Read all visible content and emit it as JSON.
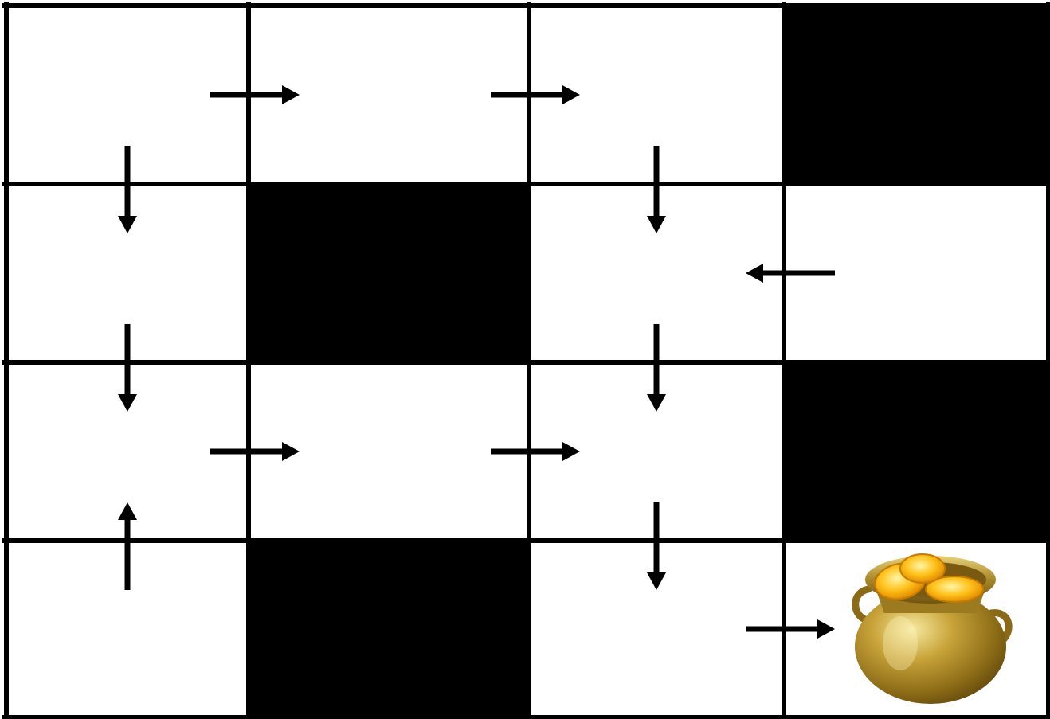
{
  "grid": {
    "rows": 4,
    "cols": 4,
    "colors": {
      "empty": "#ffffff",
      "wall": "#000000",
      "line": "#000000",
      "wall_edge": "#4a6a9a",
      "arrow": "#000000"
    },
    "cells": [
      [
        "empty",
        "empty",
        "empty",
        "wall"
      ],
      [
        "empty",
        "wall",
        "empty",
        "empty"
      ],
      [
        "empty",
        "empty",
        "empty",
        "wall"
      ],
      [
        "empty",
        "wall",
        "empty",
        "goal"
      ]
    ]
  },
  "goal": {
    "icon": "pot-of-gold-icon"
  },
  "moves": [
    {
      "from": [
        0,
        0
      ],
      "direction": "right"
    },
    {
      "from": [
        0,
        0
      ],
      "direction": "down"
    },
    {
      "from": [
        0,
        1
      ],
      "direction": "right"
    },
    {
      "from": [
        0,
        2
      ],
      "direction": "down"
    },
    {
      "from": [
        1,
        0
      ],
      "direction": "down"
    },
    {
      "from": [
        1,
        3
      ],
      "direction": "left"
    },
    {
      "from": [
        1,
        2
      ],
      "direction": "down"
    },
    {
      "from": [
        2,
        0
      ],
      "direction": "right"
    },
    {
      "from": [
        2,
        1
      ],
      "direction": "right"
    },
    {
      "from": [
        2,
        2
      ],
      "direction": "down"
    },
    {
      "from": [
        3,
        0
      ],
      "direction": "up"
    },
    {
      "from": [
        3,
        2
      ],
      "direction": "right"
    }
  ]
}
